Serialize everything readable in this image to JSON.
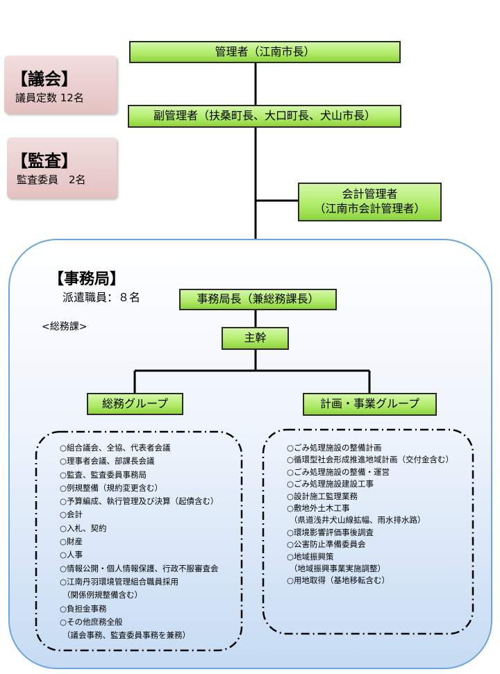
{
  "assembly": {
    "title": "【議会】",
    "detail": "議員定数 12名"
  },
  "audit": {
    "title": "【監査】",
    "detail": "監査委員　2名"
  },
  "administrator": {
    "label": "管理者（江南市長）"
  },
  "vice_administrator": {
    "label": "副管理者（扶桑町長、大口町長、犬山市長）"
  },
  "accounting_manager": {
    "line1": "会計管理者",
    "line2": "（江南市会計管理者）"
  },
  "office": {
    "title": "【事務局】",
    "staff": "派遣職員：８名",
    "section": "<総務課>",
    "director": "事務局長（兼総務課長）",
    "chief": "主幹"
  },
  "general_group": {
    "label": "総務グループ",
    "tasks": [
      "○組合議会、全協、代表者会議",
      "○理事者会議、部課長会議",
      "○監査、監査委員事務局",
      "○例規整備（規約変更含む）",
      "○予算編成、執行管理及び決算（起債含む）",
      "○会計",
      "○入札、契約",
      "○財産",
      "○人事",
      "○情報公開・個人情報保護、行政不服審査会",
      "○江南丹羽環境管理組合職員採用",
      "（関係例規整備含む）",
      "○負担金事務",
      "○その他庶務全般",
      "（議会事務、監査委員事務を兼務）"
    ]
  },
  "planning_group": {
    "label": "計画・事業グループ",
    "tasks": [
      "○ごみ処理施設の整備計画",
      "○循環型社会形成推進地域計画（交付金含む）",
      "○ごみ処理施設の整備・運営",
      "○ごみ処理施設建設工事",
      "○設計施工監理業務",
      "○敷地外土木工事",
      "（県道浅井犬山線拡幅、雨水排水路）",
      "○環境影響評価事後調査",
      "○公害防止準備委員会",
      "○地域振興策",
      "（地域振興事業実施調整）",
      "○用地取得（基地移転含む）"
    ]
  }
}
